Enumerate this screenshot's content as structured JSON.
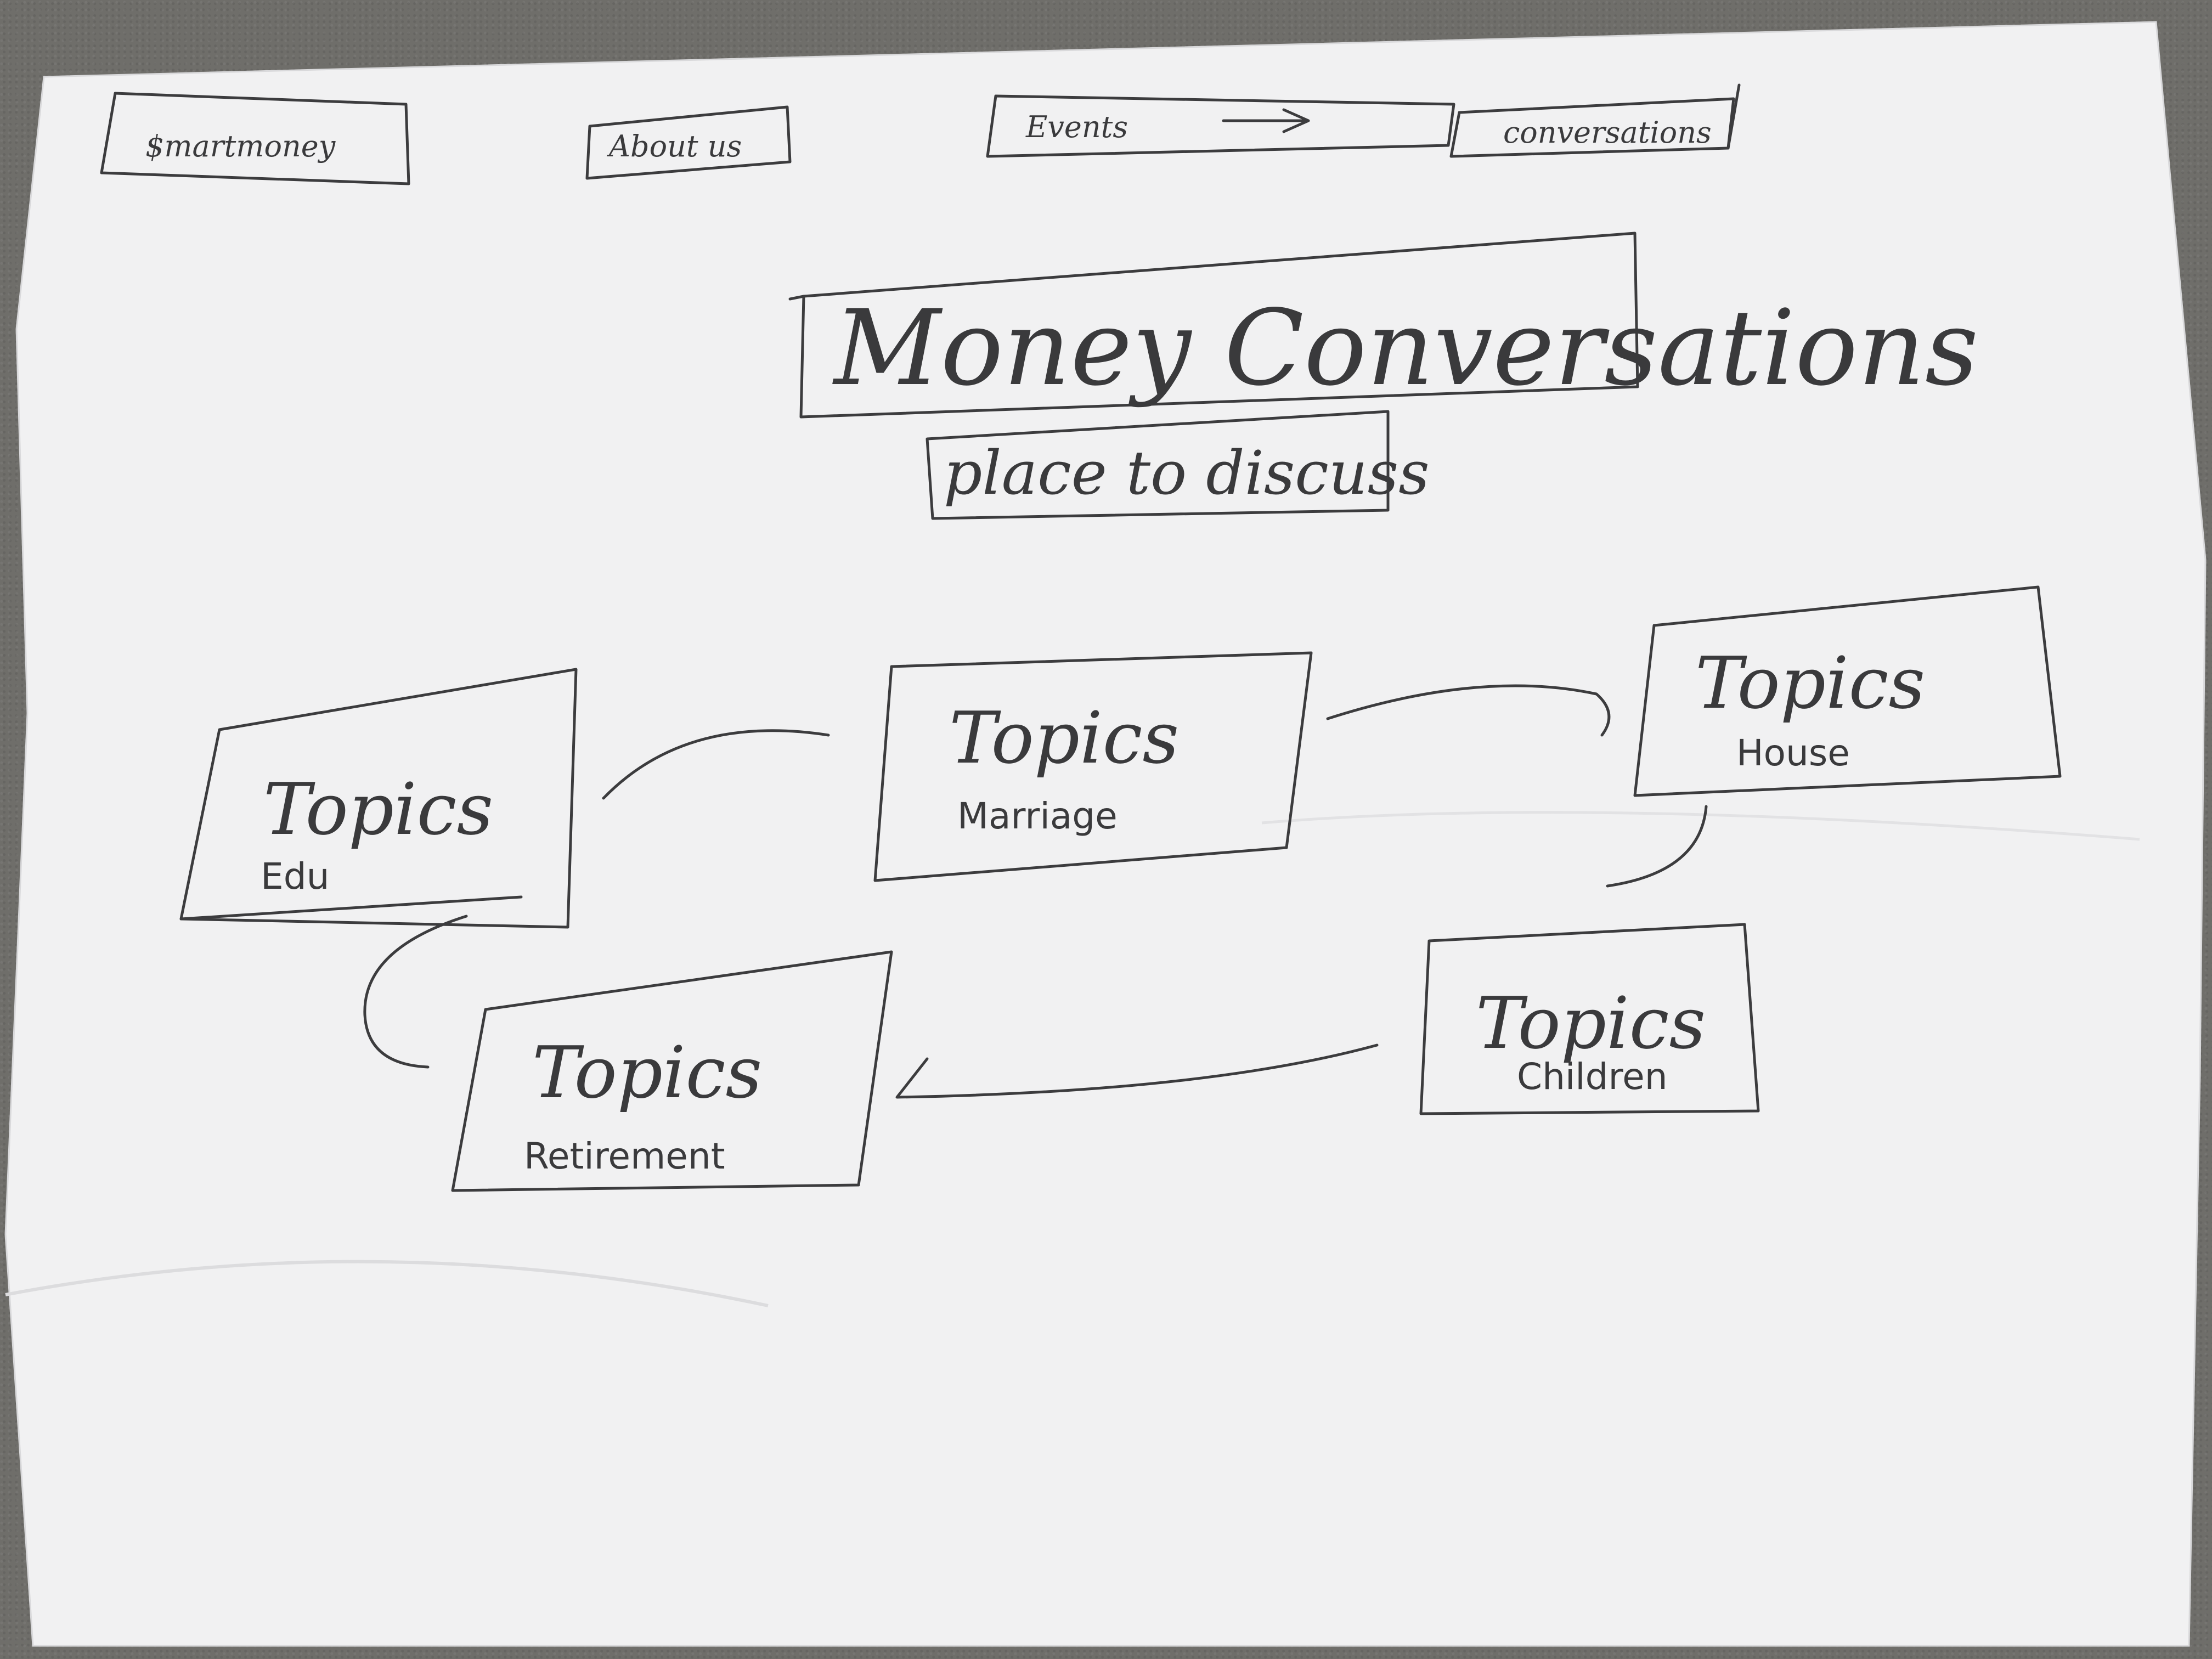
{
  "nav": {
    "items": [
      {
        "label": "$martmoney"
      },
      {
        "label": "About us"
      },
      {
        "label": "Events"
      },
      {
        "label": "conversations"
      }
    ]
  },
  "hero": {
    "title": "Money Conversations",
    "subtitle": "place to discuss"
  },
  "topics": [
    {
      "heading": "Topics",
      "label": "Edu"
    },
    {
      "heading": "Topics",
      "label": "Marriage"
    },
    {
      "heading": "Topics",
      "label": "House"
    },
    {
      "heading": "Topics",
      "label": "Retirement"
    },
    {
      "heading": "Topics",
      "label": "Children"
    }
  ],
  "colors": {
    "ink": "#3c3c3e",
    "paper": "#f2f2f3",
    "carpet": "#6f6e6a"
  }
}
